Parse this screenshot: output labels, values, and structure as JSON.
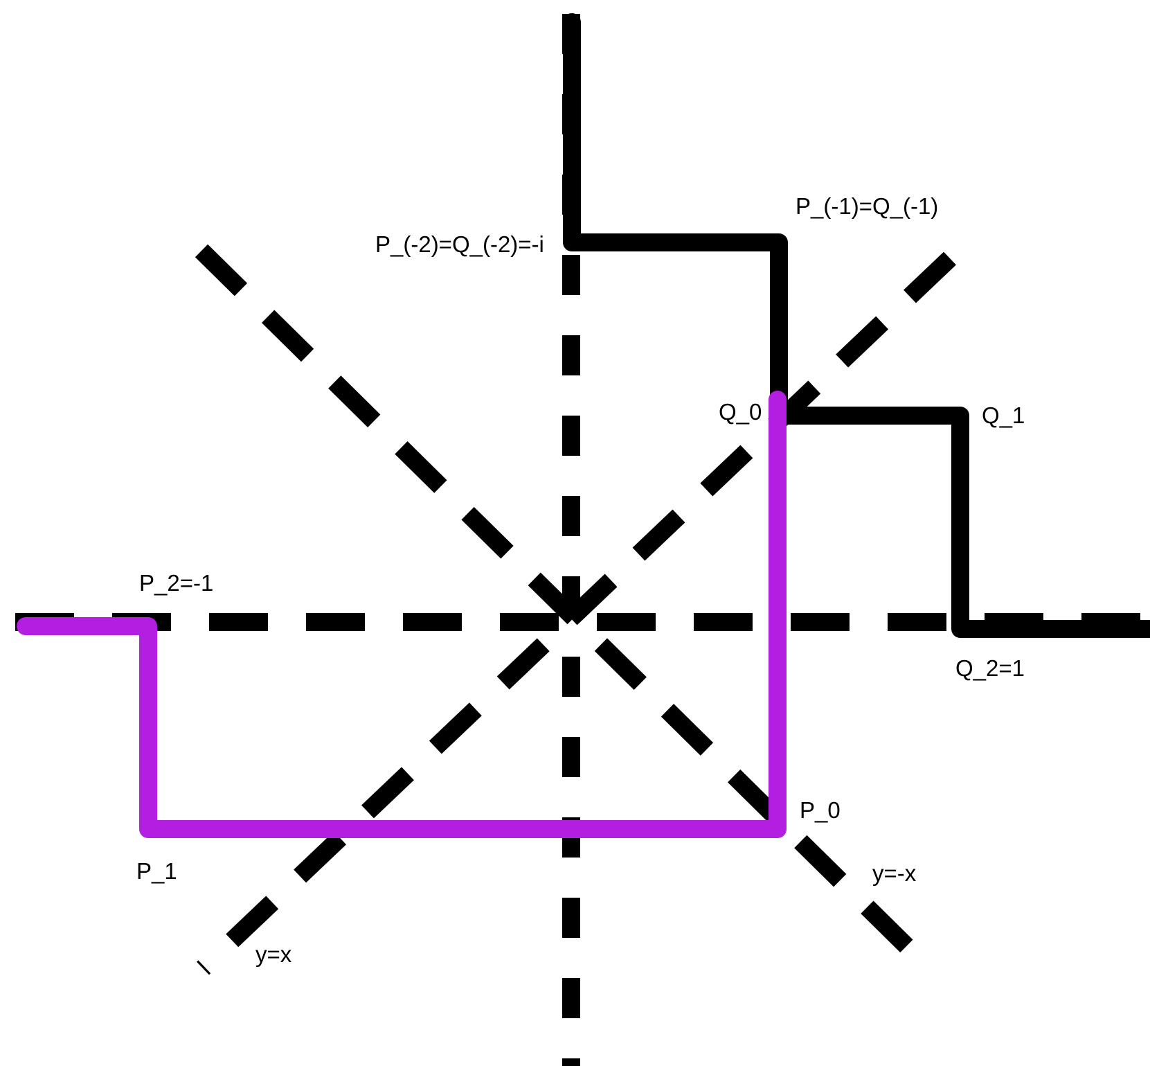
{
  "diagram": {
    "colors": {
      "axis": "#000000",
      "path_q": "#000000",
      "path_p": "#b31fe0",
      "background": "#ffffff"
    },
    "lines": {
      "diag_pos": "y=x",
      "diag_neg": "y=-x"
    },
    "paths": {
      "upper_path": "black staircase path through Q points",
      "lower_path": "purple staircase path through P points"
    },
    "points": {
      "p_minus2": "P_(-2)=Q_(-2)=-i",
      "p_minus1": "P_(-1)=Q_(-1)",
      "q0": "Q_0",
      "q1": "Q_1",
      "q2": "Q_2=1",
      "p2": "P_2=-1",
      "p1": "P_1",
      "p0": "P_0"
    }
  }
}
